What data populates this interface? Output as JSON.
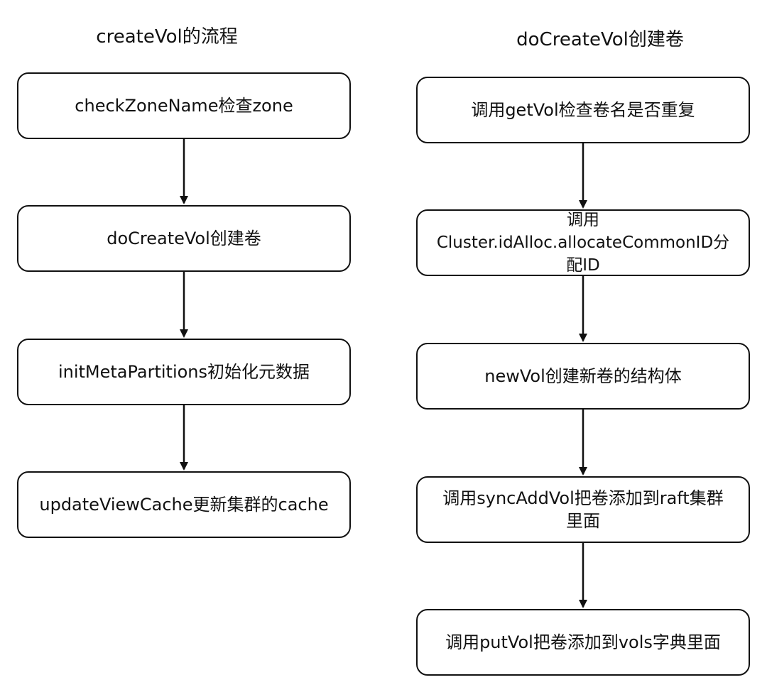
{
  "left_flow": {
    "title": "createVol的流程",
    "steps": [
      "checkZoneName检查zone",
      "doCreateVol创建卷",
      "initMetaPartitions初始化元数据",
      "updateViewCache更新集群的cache"
    ]
  },
  "right_flow": {
    "title": "doCreateVol创建卷",
    "steps": [
      "调用getVol检查卷名是否重复",
      "调用\nCluster.idAlloc.allocateCommonID分\n配ID",
      "newVol创建新卷的结构体",
      "调用syncAddVol把卷添加到raft集群\n里面",
      "调用putVol把卷添加到vols字典里面"
    ]
  },
  "colors": {
    "stroke": "#111111",
    "background": "#ffffff"
  }
}
